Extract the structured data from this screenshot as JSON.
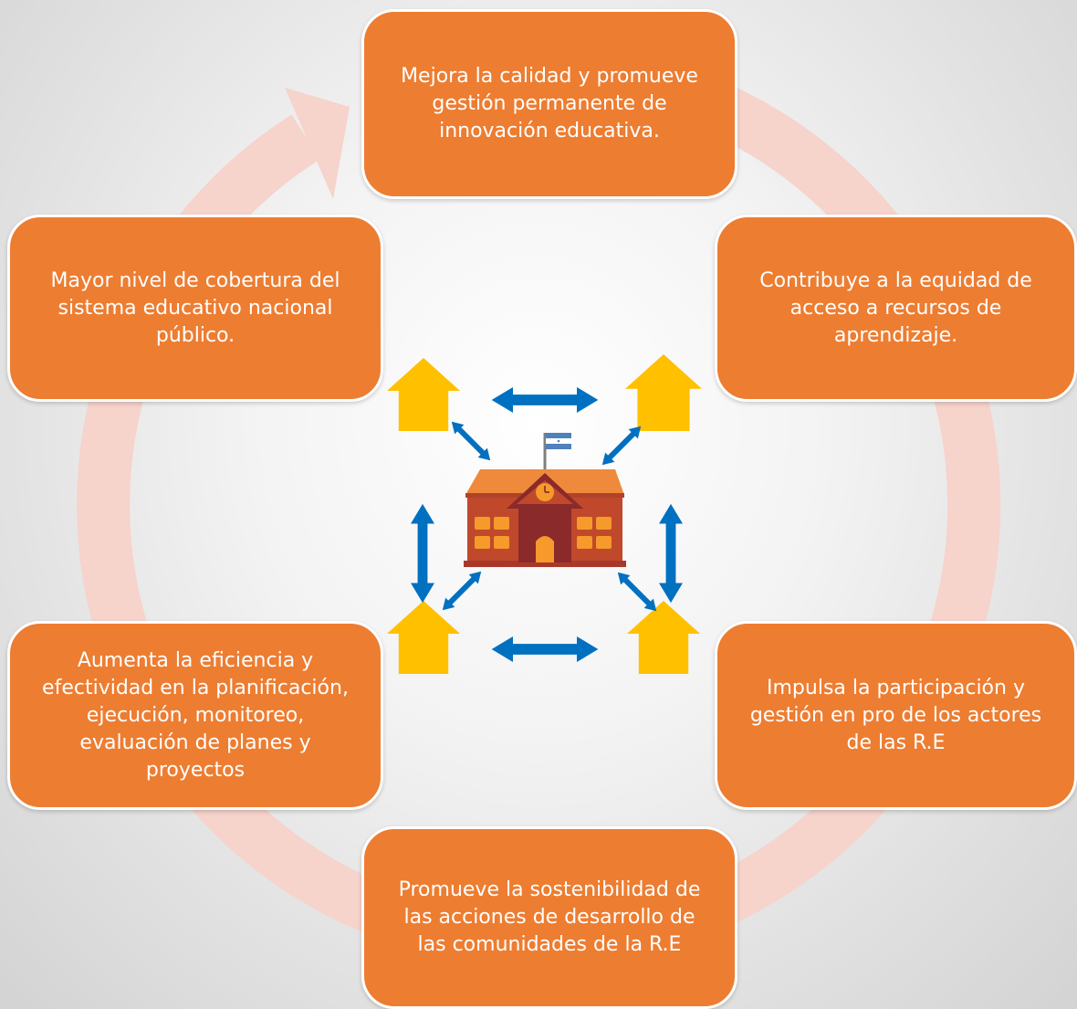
{
  "colors": {
    "box_fill": "#ed7d31",
    "box_border": "#ffffff",
    "box_text": "#ffffff",
    "cycle_ring": "#f6d3cb",
    "arrow_blue": "#0070c0",
    "house_yellow": "#ffc000",
    "school_wall": "#c0492b",
    "school_roof": "#ef8a3c",
    "school_window": "#f59a2b",
    "flag_blue": "#4f81bd"
  },
  "icons": {
    "cycle": "circular-arrow-icon",
    "center": "school-building-icon",
    "satellites": "house-icon",
    "connectors": "double-headed-arrow-icon"
  },
  "boxes": {
    "top": "Mejora la calidad y promueve\ngestión permanente de\ninnovación educativa.",
    "upper_left": "Mayor nivel de cobertura del\nsistema educativo nacional\npúblico.",
    "upper_right": "Contribuye a la equidad de\nacceso a recursos de\naprendizaje.",
    "lower_left": "Aumenta la eficiencia y\nefectividad en la planificación,\nejecución, monitoreo,\nevaluación de planes y\nproyectos",
    "lower_right": "Impulsa la participación y\ngestión en pro de los actores\nde las R.E",
    "bottom": "Promueve la sostenibilidad de\nlas acciones de desarrollo de\nlas comunidades de la R.E"
  }
}
